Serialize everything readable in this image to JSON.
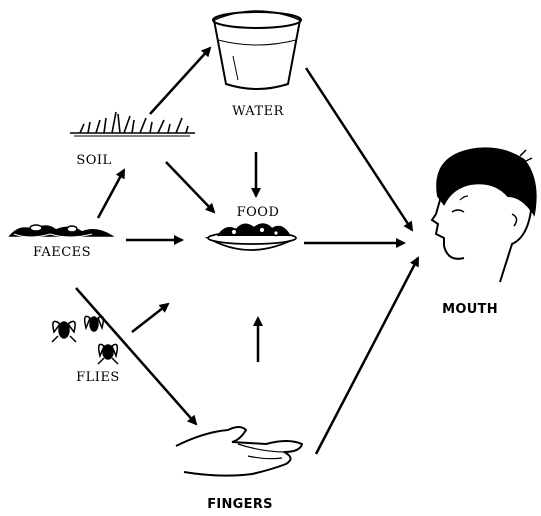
{
  "nodes": {
    "water": "WATER",
    "soil": "SOIL",
    "food": "FOOD",
    "faeces": "FAECES",
    "flies": "FLIES",
    "fingers": "FINGERS",
    "mouth": "MOUTH"
  },
  "icons": {
    "water": "bucket-icon",
    "soil": "grass-soil-icon",
    "food": "food-bowl-icon",
    "faeces": "faeces-icon",
    "flies": "flies-icon",
    "fingers": "open-hand-icon",
    "mouth": "child-head-icon"
  },
  "colors": {
    "ink": "#000000",
    "background": "#ffffff"
  }
}
